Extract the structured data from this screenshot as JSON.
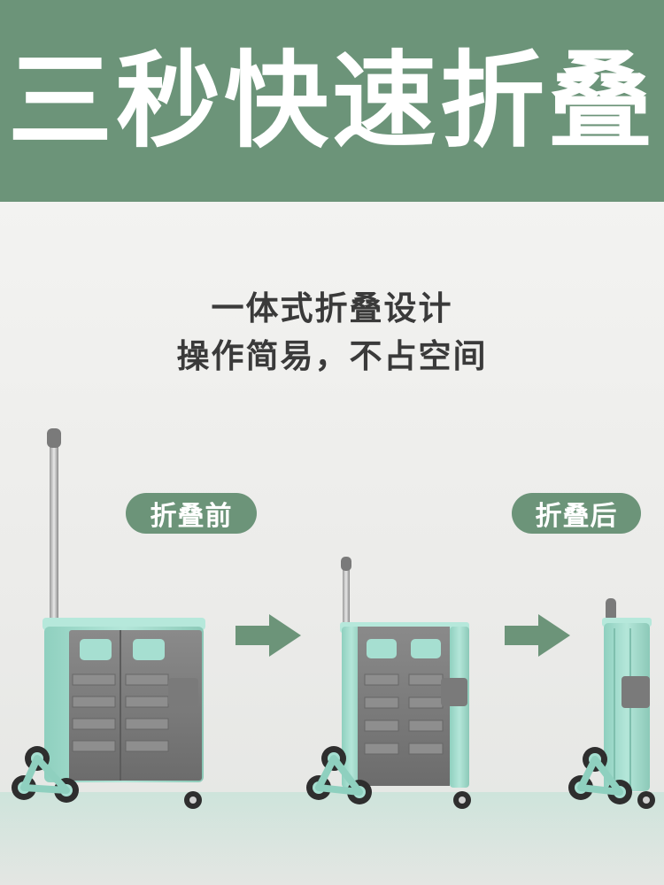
{
  "banner": {
    "title": "三秒快速折叠"
  },
  "intro": {
    "line1": "一体式折叠设计",
    "line2": "操作简易，不占空间"
  },
  "labels": {
    "before": "折叠前",
    "after": "折叠后"
  },
  "colors": {
    "brand_green": "#6c9479",
    "cart_body": "#a6dfd1",
    "panel_gray": "#7b7b7b",
    "background": "#ececea"
  },
  "icons": [
    "arrow-right-icon",
    "arrow-right-icon"
  ]
}
